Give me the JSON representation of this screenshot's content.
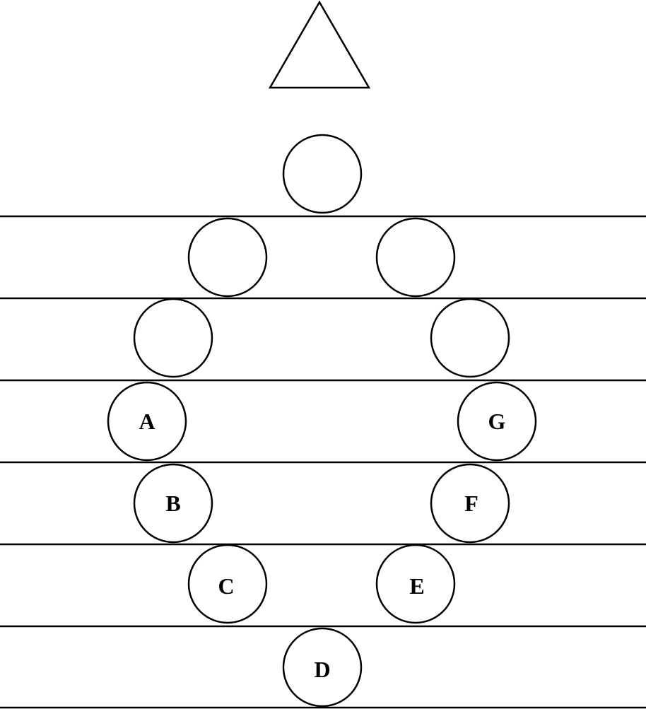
{
  "diagram": {
    "top_marker": "triangle",
    "circle_labels": {
      "a": "A",
      "b": "B",
      "c": "C",
      "d": "D",
      "e": "E",
      "f": "F",
      "g": "G"
    },
    "colors": {
      "stroke": "#000000",
      "background": "#ffffff"
    }
  }
}
